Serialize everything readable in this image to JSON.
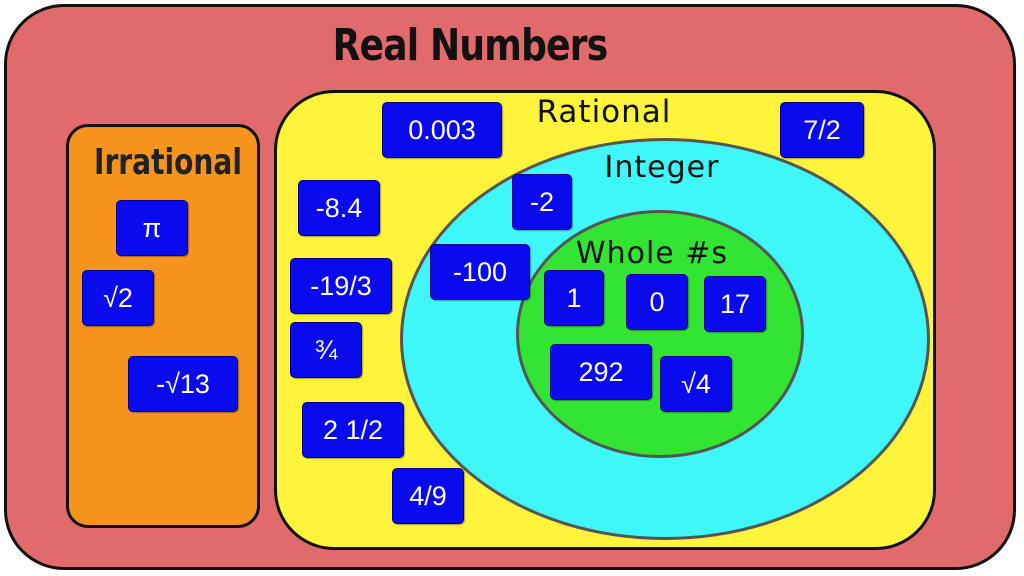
{
  "sets": {
    "real": {
      "label": "Real Numbers",
      "color": "#e06a6c"
    },
    "irrational": {
      "label": "Irrational",
      "color": "#f7941d"
    },
    "rational": {
      "label": "Rational",
      "color": "#fff33b"
    },
    "integer": {
      "label": "Integer",
      "color": "#3ff7f7"
    },
    "whole": {
      "label": "Whole #s",
      "color": "#33e533"
    }
  },
  "chip_color": "#0a0aee",
  "numbers": {
    "irrational": [
      "π",
      "√2",
      "-√13"
    ],
    "rational": [
      "0.003",
      "7/2",
      "-8.4",
      "-19/3",
      "¾",
      "2 1/2",
      "4/9"
    ],
    "integer": [
      "-2",
      "-100"
    ],
    "whole": [
      "1",
      "0",
      "17",
      "292",
      "√4"
    ]
  }
}
